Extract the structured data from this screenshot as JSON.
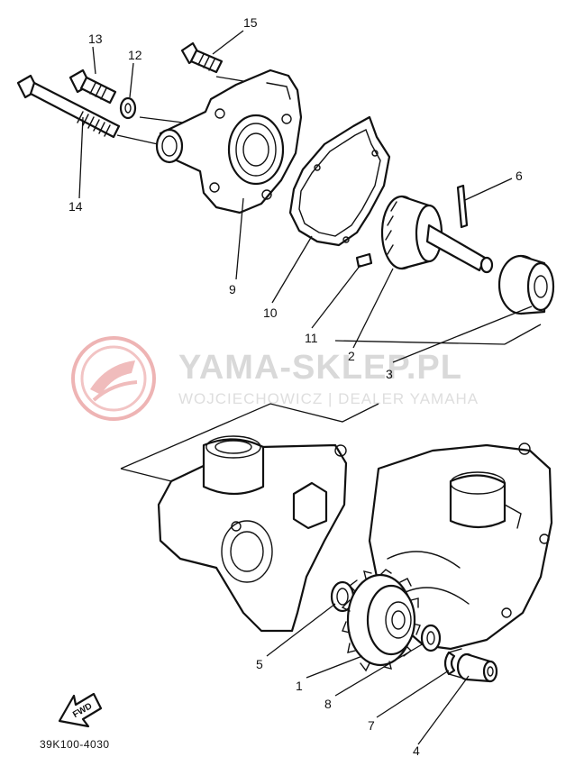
{
  "callouts": [
    {
      "id": "c1",
      "text": "1"
    },
    {
      "id": "c2",
      "text": "2"
    },
    {
      "id": "c3",
      "text": "3"
    },
    {
      "id": "c4",
      "text": "4"
    },
    {
      "id": "c5",
      "text": "5"
    },
    {
      "id": "c6",
      "text": "6"
    },
    {
      "id": "c7",
      "text": "7"
    },
    {
      "id": "c8",
      "text": "8"
    },
    {
      "id": "c9",
      "text": "9"
    },
    {
      "id": "c10",
      "text": "10"
    },
    {
      "id": "c11",
      "text": "11"
    },
    {
      "id": "c12",
      "text": "12"
    },
    {
      "id": "c13",
      "text": "13"
    },
    {
      "id": "c14",
      "text": "14"
    },
    {
      "id": "c15",
      "text": "15"
    }
  ],
  "diagram_code": "39K100-4030",
  "direction_marker": "FWD",
  "watermark": {
    "brand": "YAMA-SKLEP.PL",
    "dealer": "WOJCIECHOWICZ | DEALER YAMAHA",
    "color": "#e8a0a0"
  }
}
